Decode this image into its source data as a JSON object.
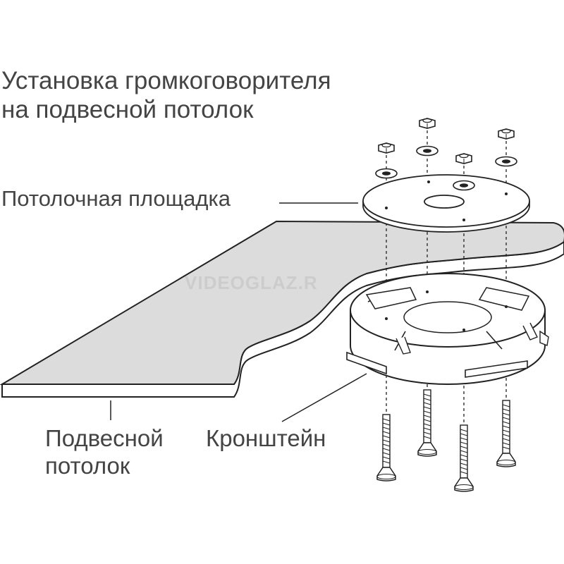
{
  "title": {
    "line1": "Установка громкоговорителя",
    "line2": "на подвесной потолок"
  },
  "labels": {
    "ceiling_plate": "Потолочная площадка",
    "suspended_ceiling_line1": "Подвесной",
    "suspended_ceiling_line2": "потолок",
    "bracket": "Кронштейн"
  },
  "watermark": "VIDEOGLAZ.R",
  "colors": {
    "line": "#222222",
    "ceiling_fill": "#dcdcdc",
    "part_fill": "#ffffff",
    "text": "#444444"
  }
}
